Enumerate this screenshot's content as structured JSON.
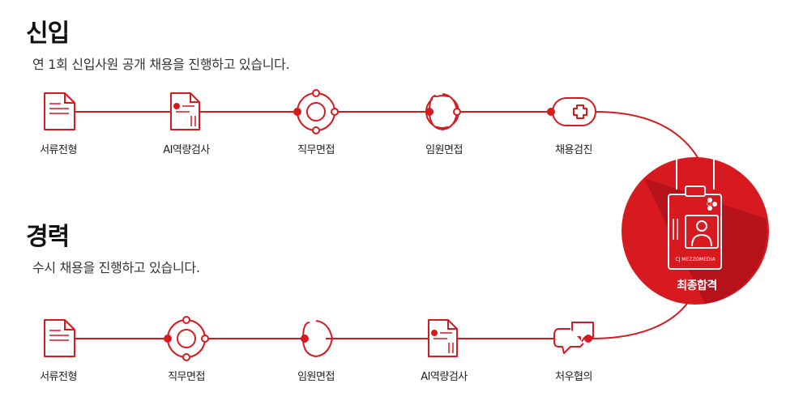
{
  "new_hire": {
    "title": "신입",
    "description": "연 1회 신입사원 공개 채용을 진행하고 있습니다.",
    "steps": [
      "서류전형",
      "AI역량검사",
      "직무면접",
      "임원면접",
      "채용검진"
    ]
  },
  "experienced": {
    "title": "경력",
    "description": "수시 채용을 진행하고 있습니다.",
    "steps": [
      "서류전형",
      "직무면접",
      "임원면접",
      "AI역량검사",
      "처우협의"
    ]
  },
  "final": {
    "label": "최종합격",
    "badge_text": "CJ MEZZOMEDIA",
    "badge_logo": "CJ"
  },
  "colors": {
    "accent": "#d71920",
    "accent_dark": "#b5121b",
    "text": "#222222"
  }
}
